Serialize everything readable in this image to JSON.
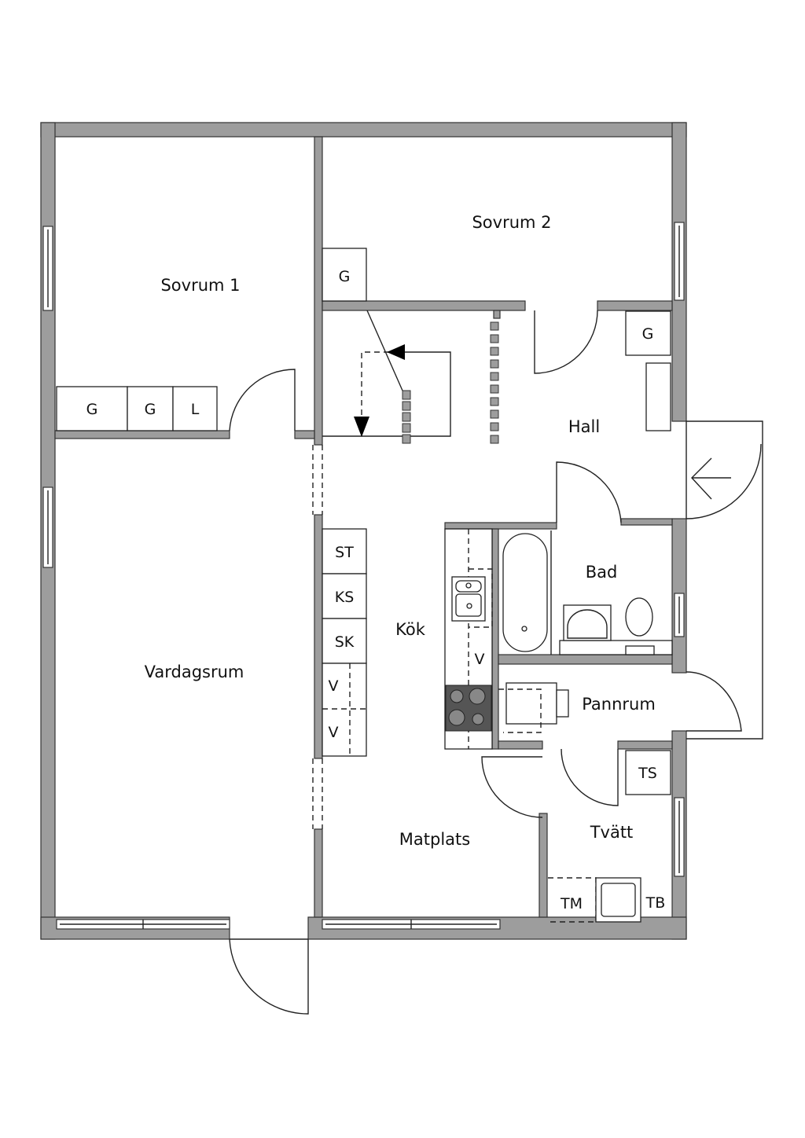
{
  "rooms": {
    "sovrum1": "Sovrum 1",
    "sovrum2": "Sovrum 2",
    "hall": "Hall",
    "kok": "Kök",
    "bad": "Bad",
    "pannrum": "Pannrum",
    "vardagsrum": "Vardagsrum",
    "matplats": "Matplats",
    "tvatt": "Tvätt"
  },
  "fixtures": {
    "g1": "G",
    "g2": "G",
    "l": "L",
    "g_sov2": "G",
    "g_hall": "G",
    "st": "ST",
    "ks": "KS",
    "sk": "SK",
    "v1": "V",
    "v2": "V",
    "v_kok": "V",
    "ts": "TS",
    "tm": "TM",
    "tb": "TB"
  },
  "colors": {
    "wall": "#9d9d9d",
    "line": "#222222",
    "stove": "#555555"
  }
}
